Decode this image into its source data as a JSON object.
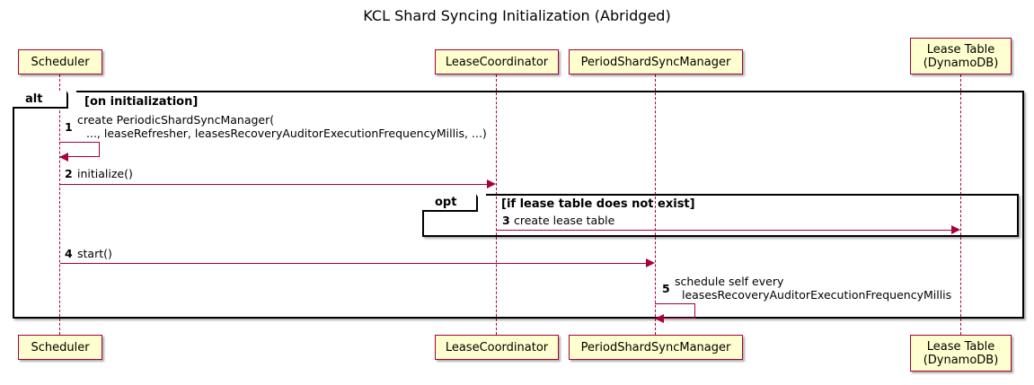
{
  "diagram": {
    "title": "KCL Shard Syncing Initialization (Abridged)",
    "type": "sequence-diagram",
    "colors": {
      "participant_fill": "#FEFECE",
      "participant_border": "#A80036",
      "lifeline": "#A80036",
      "arrow": "#A80036",
      "frame": "#000000",
      "background": "#FFFFFF"
    }
  },
  "participants": [
    {
      "id": "scheduler",
      "label": "Scheduler"
    },
    {
      "id": "leasecoord",
      "label": "LeaseCoordinator"
    },
    {
      "id": "psm",
      "label": "PeriodShardSyncManager"
    },
    {
      "id": "leasetable",
      "label": "Lease Table\n(DynamoDB)"
    }
  ],
  "fragments": [
    {
      "id": "alt",
      "operator": "alt",
      "guard": "[on initialization]"
    },
    {
      "id": "opt",
      "operator": "opt",
      "guard": "[if lease table does not exist]"
    }
  ],
  "messages": [
    {
      "number": "1",
      "from": "scheduler",
      "to": "scheduler",
      "kind": "self",
      "text_line1": "create PeriodicShardSyncManager(",
      "text_line2": "..., leaseRefresher, leasesRecoveryAuditorExecutionFrequencyMillis, ...)"
    },
    {
      "number": "2",
      "from": "scheduler",
      "to": "leasecoord",
      "kind": "sync",
      "text_line1": "initialize()",
      "text_line2": ""
    },
    {
      "number": "3",
      "from": "leasecoord",
      "to": "leasetable",
      "kind": "sync",
      "text_line1": "create lease table",
      "text_line2": ""
    },
    {
      "number": "4",
      "from": "scheduler",
      "to": "psm",
      "kind": "sync",
      "text_line1": "start()",
      "text_line2": ""
    },
    {
      "number": "5",
      "from": "psm",
      "to": "psm",
      "kind": "self",
      "text_line1": "schedule self every",
      "text_line2": "leasesRecoveryAuditorExecutionFrequencyMillis"
    }
  ]
}
